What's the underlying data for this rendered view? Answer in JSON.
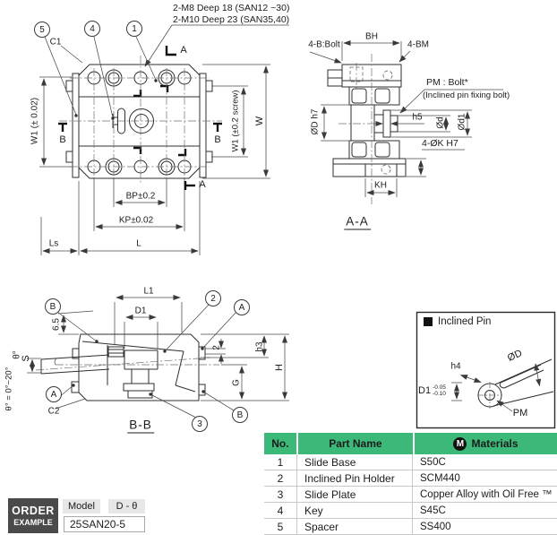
{
  "notes": {
    "thread_note_1": "2-M8 Deep 18 (SAN12 ~30)",
    "thread_note_2": "2-M10 Deep 23 (SAN35,40)"
  },
  "plan": {
    "balloon_5": "5",
    "balloon_4": "4",
    "balloon_1": "1",
    "c1": "C1",
    "section_a_top": "A",
    "section_a_bottom": "A",
    "section_b_left": "B",
    "section_b_right": "B",
    "w1_left": "W1 (± 0.02)",
    "w": "W",
    "w1_right": "W1 (±0.2 screw)",
    "bp": "BP±0.2",
    "kp": "KP±0.02",
    "ls": "Ls",
    "l": "L"
  },
  "section_aa": {
    "label": "A-A",
    "bolt_note": "4-B:Bolt",
    "bh": "BH",
    "bm": "4-BM",
    "pm_bolt": "PM : Bolt*",
    "pm_bolt_sub": "(Inclined pin fixing bolt)",
    "od_h7": "ØD h7",
    "h5": "h5",
    "od": "Ød",
    "od1": "Ød1",
    "k_holes": "4-ØK H7",
    "kh": "KH"
  },
  "section_bb": {
    "label": "B-B",
    "balloon_b_left": "B",
    "balloon_a_left": "A",
    "balloon_2": "2",
    "balloon_a_right": "A",
    "balloon_b_right": "B",
    "balloon_3": "3",
    "l1": "L1",
    "d1": "D1",
    "dim_65": "6.5",
    "s": "S",
    "theta": "θ°",
    "theta_range": "θ° = 0°~20°",
    "c2": "C2",
    "dim_2": "2",
    "h3": "h3",
    "h": "H",
    "g": "G"
  },
  "pin_box": {
    "title": "Inclined Pin",
    "od": "ØD",
    "h4": "h4",
    "d1": "D1",
    "tol_top": "-0.05",
    "tol_bottom": "-0.10",
    "pm": "PM"
  },
  "table": {
    "headers": {
      "no": "No.",
      "part": "Part Name",
      "materials": "Materials",
      "m_icon": "M"
    },
    "rows": [
      {
        "no": "1",
        "part": "Slide Base",
        "material": "S50C"
      },
      {
        "no": "2",
        "part": "Inclined Pin Holder",
        "material": "SCM440"
      },
      {
        "no": "3",
        "part": "Slide Plate",
        "material": "Copper Alloy with Oil Free ™"
      },
      {
        "no": "4",
        "part": "Key",
        "material": "S45C"
      },
      {
        "no": "5",
        "part": "Spacer",
        "material": "SS400"
      }
    ]
  },
  "order": {
    "line1": "ORDER",
    "line2": "EXAMPLE",
    "model_label": "Model",
    "code_label": "D - θ",
    "model_value": "25SAN20-5"
  },
  "colors": {
    "green": "#3cb878",
    "line": "#2f2f2f"
  }
}
